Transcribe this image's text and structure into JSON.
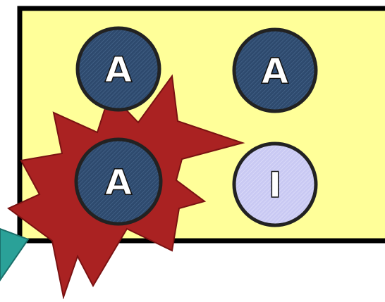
{
  "diagram": {
    "colors": {
      "panel_fill": "#ffff99",
      "panel_border": "#000000",
      "burst_fill": "#aa2222",
      "burst_stroke": "#7a1212",
      "active_fill": "#2e4a6e",
      "active_letter": "#ffffff",
      "inactive_fill": "#c9c9f3",
      "inactive_letter": "#ffffff",
      "circle_border": "#222222",
      "pointer_fill": "#2aa198"
    },
    "nodes": [
      {
        "label": "A",
        "state": "active"
      },
      {
        "label": "A",
        "state": "active"
      },
      {
        "label": "A",
        "state": "active"
      },
      {
        "label": "I",
        "state": "inactive"
      }
    ],
    "decorations": [
      "explosion-burst",
      "pointer-arrow"
    ]
  }
}
